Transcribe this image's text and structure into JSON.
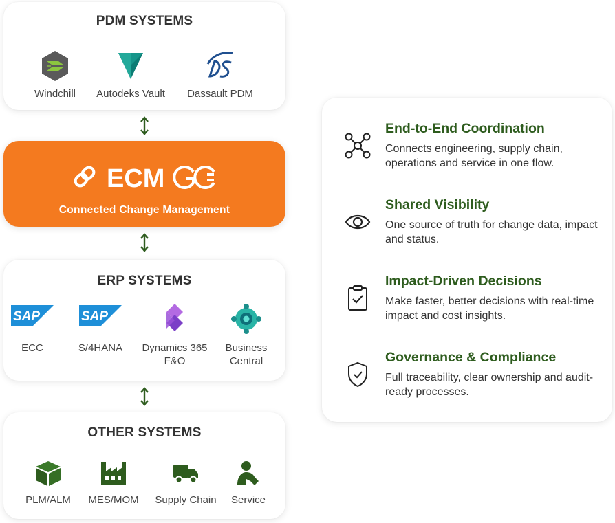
{
  "pdm": {
    "title": "PDM SYSTEMS",
    "items": [
      {
        "label": "Windchill",
        "icon": "windchill-logo"
      },
      {
        "label": "Autodeks Vault",
        "icon": "autodesk-vault-logo"
      },
      {
        "label": "Dassault PDM",
        "icon": "dassault-logo"
      }
    ]
  },
  "ecm": {
    "logo_text": "ECMGO",
    "subtitle": "Connected Change Management"
  },
  "erp": {
    "title": "ERP SYSTEMS",
    "items": [
      {
        "label": "ECC",
        "icon": "sap-logo",
        "logo_text": "SAP"
      },
      {
        "label": "S/4HANA",
        "icon": "sap-logo",
        "logo_text": "SAP"
      },
      {
        "label": "Dynamics 365\nF&O",
        "icon": "dynamics-365-logo"
      },
      {
        "label": "Business\nCentral",
        "icon": "business-central-logo"
      }
    ]
  },
  "other": {
    "title": "OTHER SYSTEMS",
    "items": [
      {
        "label": "PLM/ALM",
        "icon": "cube-icon"
      },
      {
        "label": "MES/MOM",
        "icon": "factory-icon"
      },
      {
        "label": "Supply Chain",
        "icon": "truck-icon"
      },
      {
        "label": "Service",
        "icon": "service-person-icon"
      }
    ]
  },
  "benefits": [
    {
      "icon": "network-icon",
      "title": "End-to-End Coordination",
      "text": "Connects engineering, supply chain, operations and service in one flow."
    },
    {
      "icon": "eye-icon",
      "title": "Shared Visibility",
      "text": "One source of truth for change data, impact and status."
    },
    {
      "icon": "clipboard-check-icon",
      "title": "Impact-Driven Decisions",
      "text": "Make faster, better decisions with real-time impact and cost insights."
    },
    {
      "icon": "shield-check-icon",
      "title": "Governance & Compliance",
      "text": "Full traceability, clear ownership and audit-ready processes."
    }
  ],
  "colors": {
    "accent_orange": "#f47a1f",
    "accent_green": "#2e5c1e",
    "sap_blue": "#1e8fd8"
  }
}
